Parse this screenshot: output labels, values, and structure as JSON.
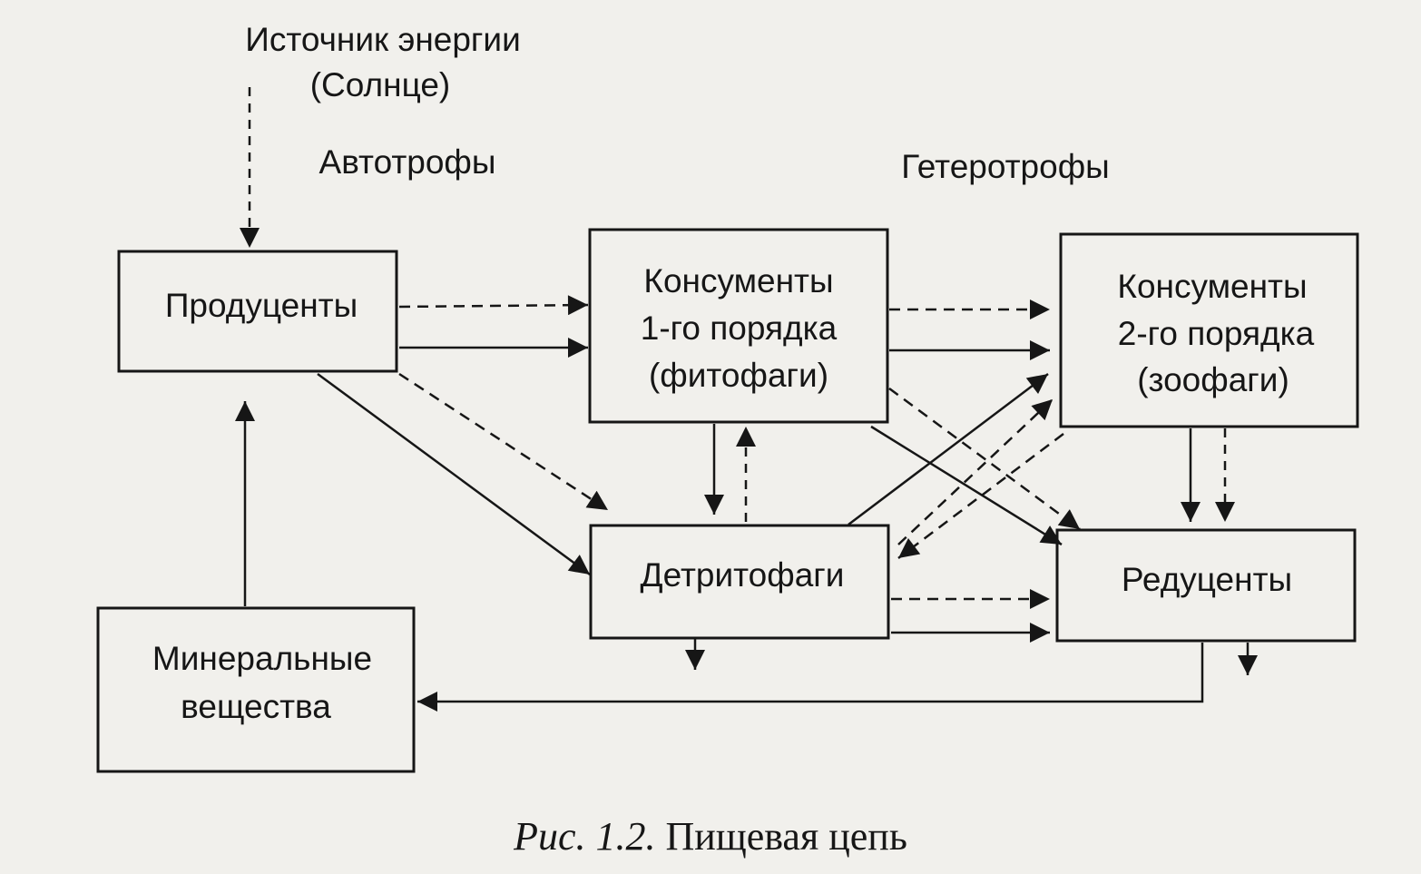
{
  "energy_source": {
    "line1": "Источник энергии",
    "line2": "(Солнце)"
  },
  "groups": {
    "autotrophs": "Автотрофы",
    "heterotrophs": "Гетеротрофы"
  },
  "boxes": {
    "producers": {
      "lines": [
        "Продуценты"
      ]
    },
    "consumers1": {
      "lines": [
        "Консументы",
        "1-го порядка",
        "(фитофаги)"
      ]
    },
    "consumers2": {
      "lines": [
        "Консументы",
        "2-го порядка",
        "(зоофаги)"
      ]
    },
    "detritivores": {
      "lines": [
        "Детритофаги"
      ]
    },
    "reducers": {
      "lines": [
        "Редуценты"
      ]
    },
    "minerals": {
      "lines": [
        "Минеральные",
        "вещества"
      ]
    }
  },
  "caption": {
    "number": "Рис. 1.2.",
    "title": "Пищевая цепь"
  }
}
